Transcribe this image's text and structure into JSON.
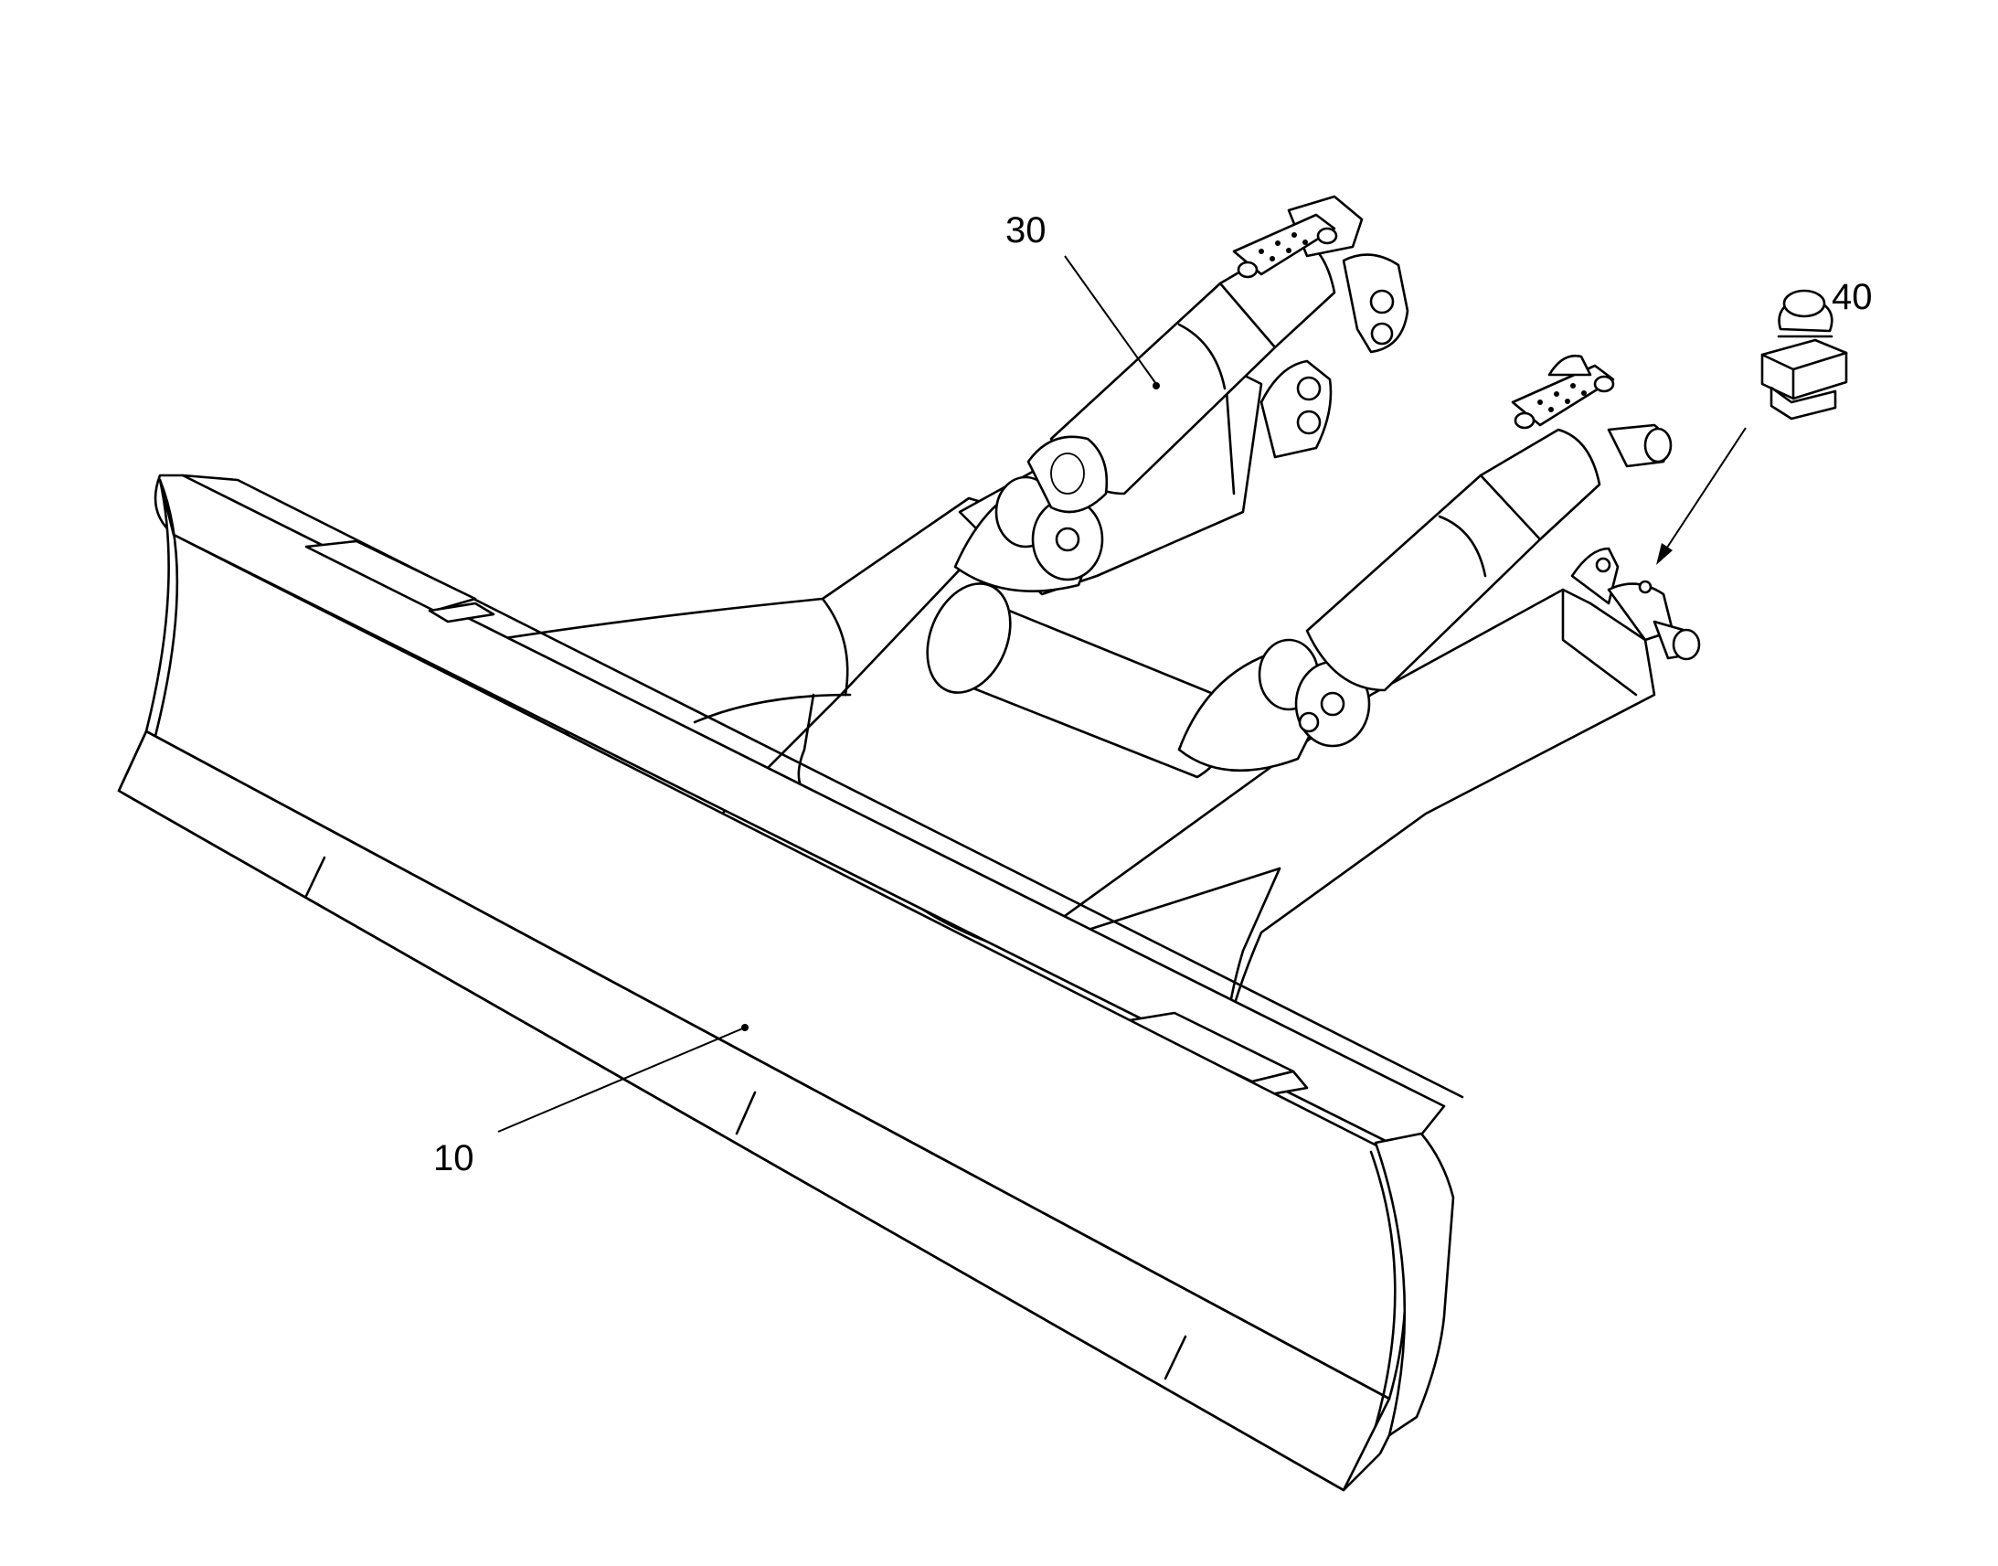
{
  "figure": {
    "labels": {
      "blade": "10",
      "cylinder": "30",
      "grease_fitting": "40"
    }
  }
}
